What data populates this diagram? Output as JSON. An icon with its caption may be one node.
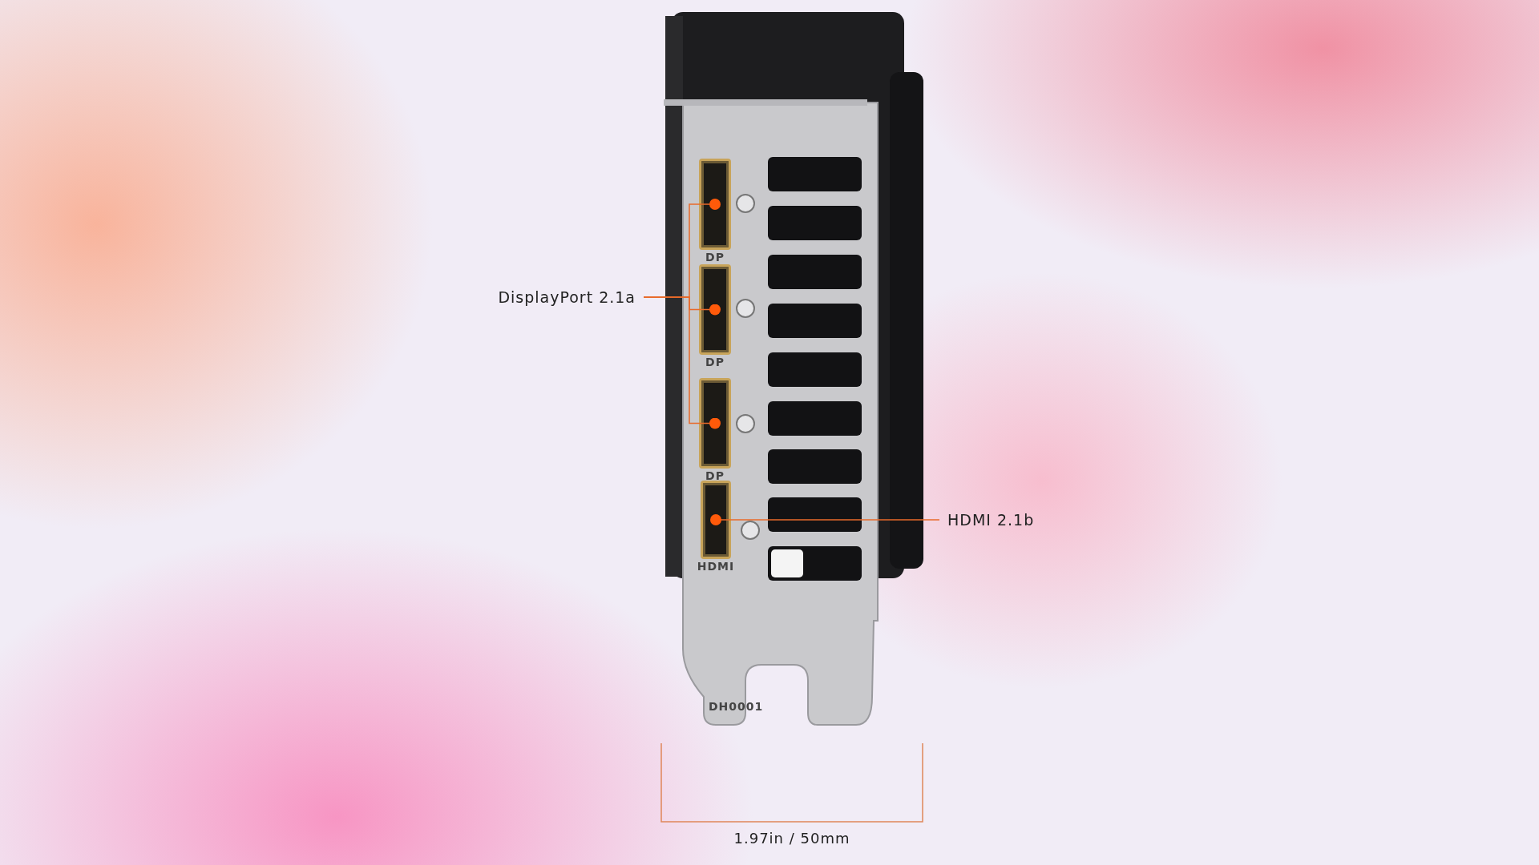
{
  "diagram": {
    "nodes": [
      {
        "text": [
          "DisplayPort 2.1a"
        ]
      },
      {
        "text": [],
        "shape": "box",
        "beside": [
          "DP"
        ]
      },
      {
        "text": [],
        "shape": "box",
        "beside": [
          "DP"
        ]
      },
      {
        "text": [],
        "shape": "box",
        "beside": [
          "DP"
        ]
      },
      {
        "text": [],
        "shape": "box",
        "beside": [
          "HDMI"
        ]
      },
      {
        "text": [
          "HDMI 2.1b"
        ]
      }
    ],
    "edges": [
      {
        "from": 0,
        "to": 1,
        "arrow": "other"
      },
      {
        "from": 0,
        "to": 2,
        "arrow": "other"
      },
      {
        "from": 0,
        "to": 3,
        "arrow": "other"
      },
      {
        "from": 5,
        "to": 4,
        "arrow": "other"
      }
    ],
    "labels": [
      "DH0001",
      "1.97in / 50mm"
    ]
  }
}
